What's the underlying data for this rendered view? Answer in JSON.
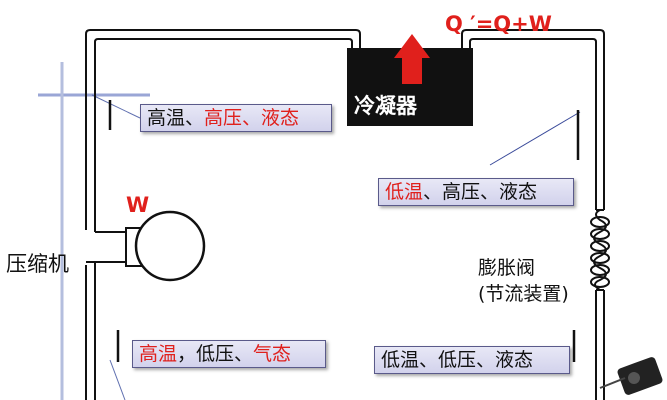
{
  "labels": {
    "heat_formula": "Q ′=Q+W",
    "work": "W",
    "condenser": "冷凝器",
    "compressor": "压缩机",
    "valve_line1": "膨胀阀",
    "valve_line2": "(节流装置)"
  },
  "states": {
    "top_left": {
      "p1": "高温、",
      "p2": "高压、",
      "p3": "液态"
    },
    "right_mid": {
      "p1": "低温",
      "p2": "、高压、液态"
    },
    "bottom_left": {
      "p1": "高温",
      "p2": "，低压、",
      "p3": "气态"
    },
    "bottom_right": {
      "text": "低温、低压、液态"
    }
  },
  "colors": {
    "accent_red": "#e0201c",
    "pipe": "#111111",
    "box_fill": "#dcdcf0"
  }
}
